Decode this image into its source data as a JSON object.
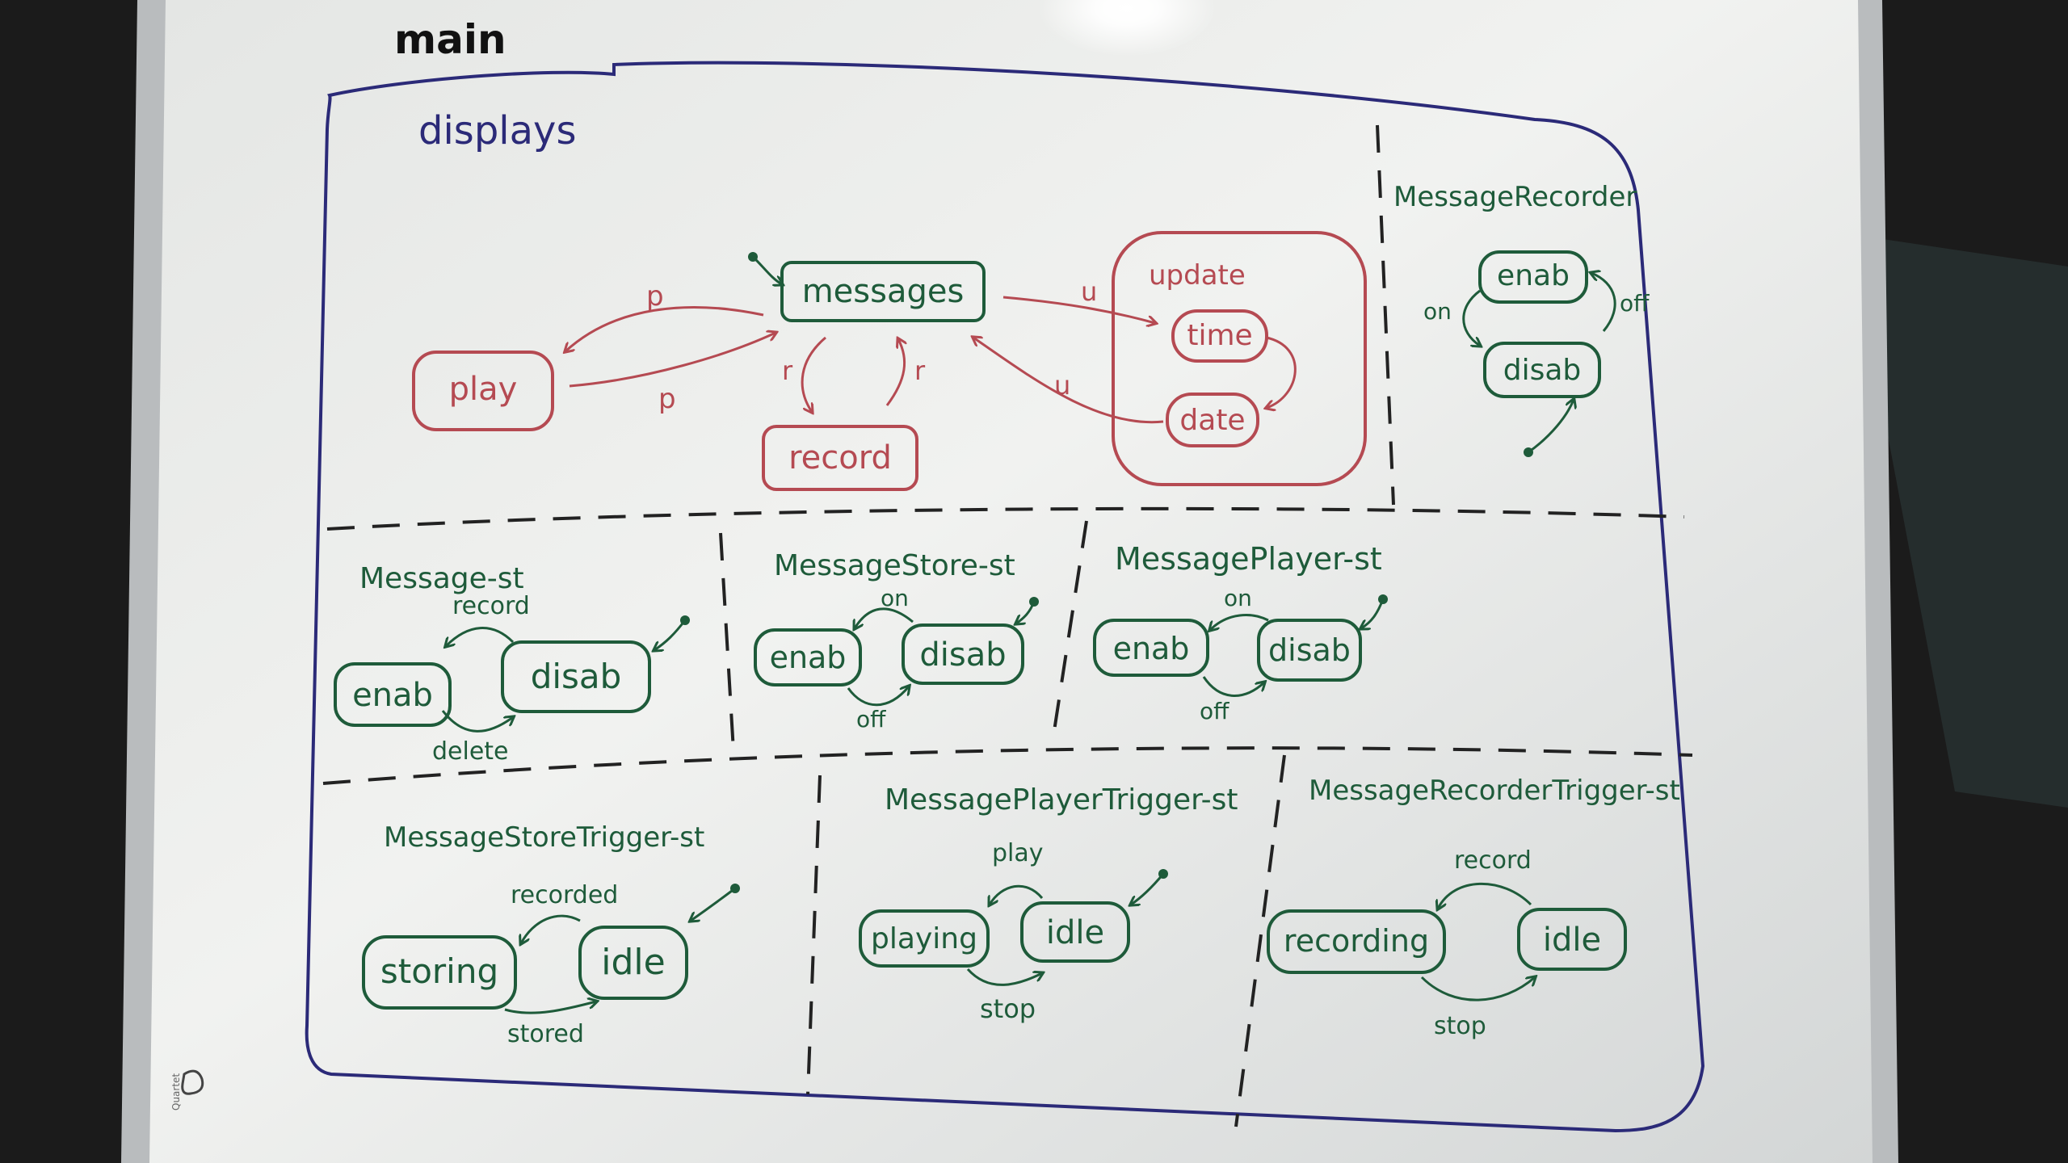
{
  "board": {
    "title": "main",
    "logo_text": "Quartet"
  },
  "displays": {
    "label": "displays",
    "nodes": {
      "messages": "messages",
      "play": "play",
      "record": "record",
      "update": "update",
      "time": "time",
      "date": "date"
    },
    "edges": {
      "p_top": "p",
      "p_bottom": "p",
      "r_left": "r",
      "r_right": "r",
      "u_top": "u",
      "u_bottom": "u"
    }
  },
  "message_recorder": {
    "title": "MessageRecorder",
    "enab": "enab",
    "disab": "disab",
    "on": "on",
    "off": "off"
  },
  "message_st": {
    "title": "Message-st",
    "enab": "enab",
    "disab": "disab",
    "record": "record",
    "delete": "delete"
  },
  "message_store_st": {
    "title": "MessageStore-st",
    "enab": "enab",
    "disab": "disab",
    "on": "on",
    "off": "off"
  },
  "message_player_st": {
    "title": "MessagePlayer-st",
    "enab": "enab",
    "disab": "disab",
    "on": "on",
    "off": "off"
  },
  "message_store_trigger_st": {
    "title": "MessageStoreTrigger-st",
    "storing": "storing",
    "idle": "idle",
    "recorded": "recorded",
    "stored": "stored"
  },
  "message_player_trigger_st": {
    "title": "MessagePlayerTrigger-st",
    "playing": "playing",
    "idle": "idle",
    "play": "play",
    "stop": "stop"
  },
  "message_recorder_trigger_st": {
    "title": "MessageRecorderTrigger-st",
    "recording": "recording",
    "idle": "idle",
    "record": "record",
    "stop": "stop"
  },
  "colors": {
    "board": "#f0f1ef",
    "frame": "#b9bcbe",
    "blue_marker": "#2b2a78",
    "green_marker": "#1e5b3a",
    "red_marker": "#b54a52"
  }
}
